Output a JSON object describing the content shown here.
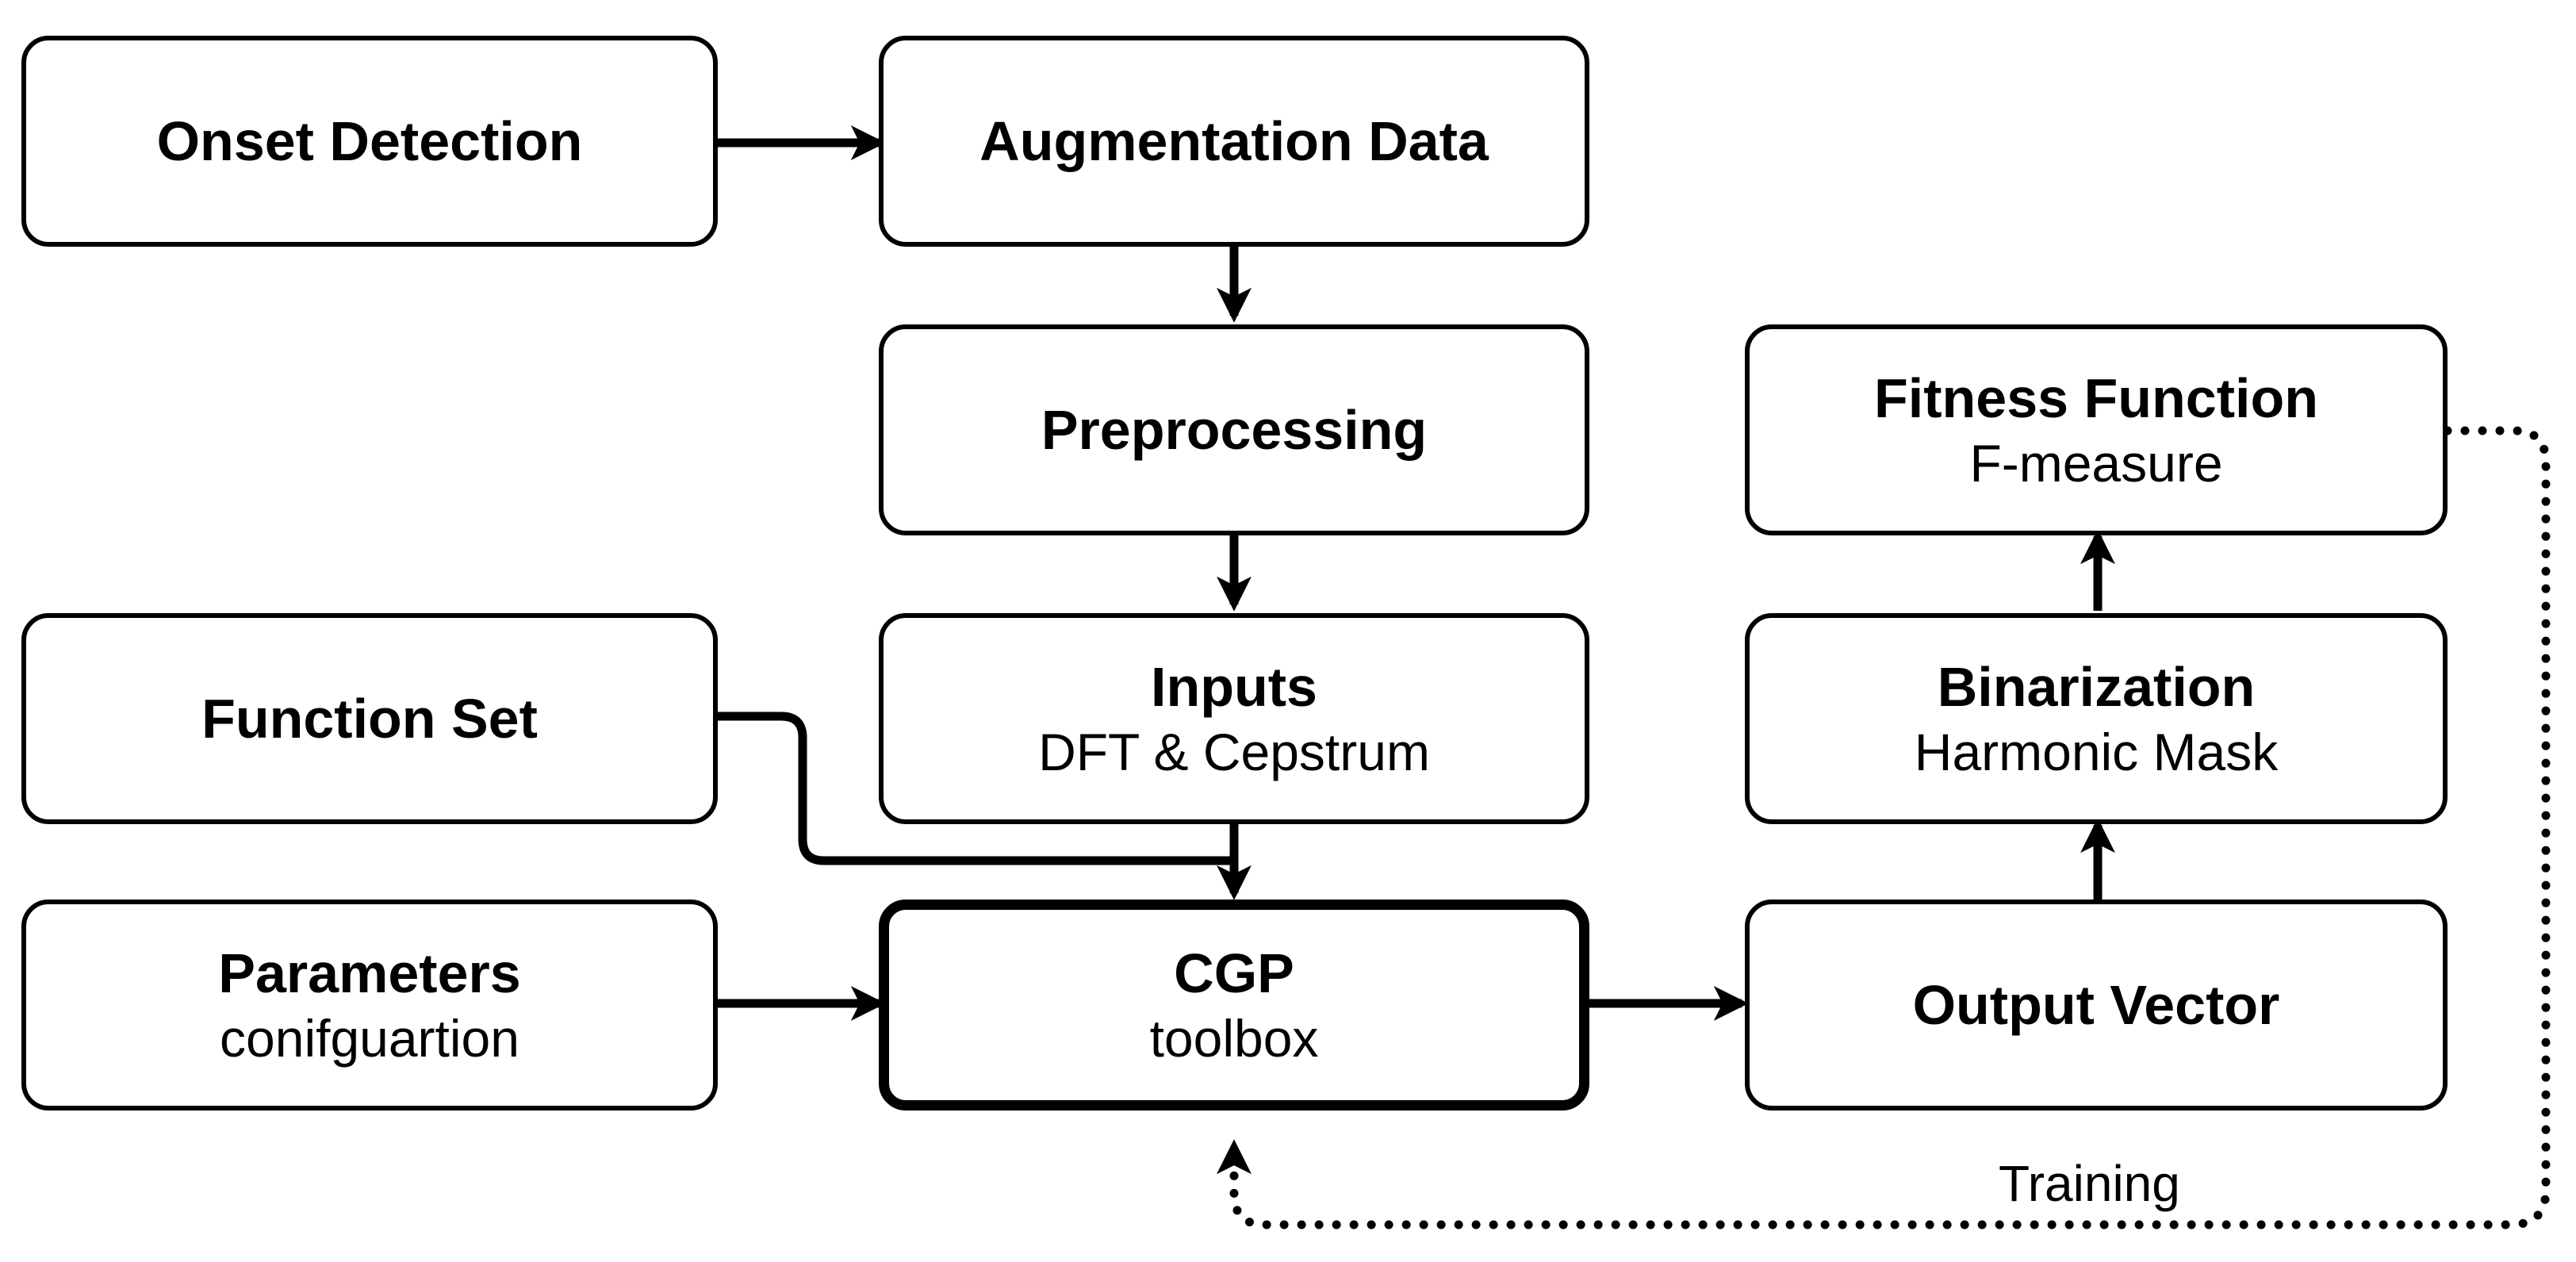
{
  "nodes": {
    "onset_detection": {
      "title": "Onset Detection"
    },
    "augmentation_data": {
      "title": "Augmentation Data"
    },
    "preprocessing": {
      "title": "Preprocessing"
    },
    "inputs": {
      "title": "Inputs",
      "subtitle": "DFT & Cepstrum"
    },
    "function_set": {
      "title": "Function Set"
    },
    "parameters": {
      "title": "Parameters",
      "subtitle": "conifguartion"
    },
    "cgp": {
      "title": "CGP",
      "subtitle": "toolbox"
    },
    "output_vector": {
      "title": "Output Vector"
    },
    "binarization": {
      "title": "Binarization",
      "subtitle": "Harmonic Mask"
    },
    "fitness_function": {
      "title": "Fitness Function",
      "subtitle": "F-measure"
    }
  },
  "edges": {
    "training_label": "Training"
  },
  "colors": {
    "stroke": "#000000",
    "background": "#ffffff"
  }
}
